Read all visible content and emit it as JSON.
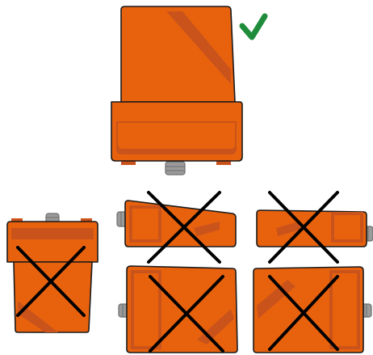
{
  "colors": {
    "body": "#E8620E",
    "shade": "#C9531A",
    "outline": "#1A1A1A",
    "connector": "#9A9A9A",
    "connector_dark": "#6E6E6E",
    "check": "#1E8C3A",
    "cross": "#000000"
  },
  "figures": [
    {
      "id": "upright-correct",
      "status": "correct",
      "icon": "check-mark-icon"
    },
    {
      "id": "upside-down",
      "status": "incorrect",
      "icon": "cross-mark-icon"
    },
    {
      "id": "lying-left",
      "status": "incorrect",
      "icon": "cross-mark-icon"
    },
    {
      "id": "lying-right",
      "status": "incorrect",
      "icon": "cross-mark-icon"
    },
    {
      "id": "rotated-left",
      "status": "incorrect",
      "icon": "cross-mark-icon"
    },
    {
      "id": "rotated-right",
      "status": "incorrect",
      "icon": "cross-mark-icon"
    }
  ]
}
